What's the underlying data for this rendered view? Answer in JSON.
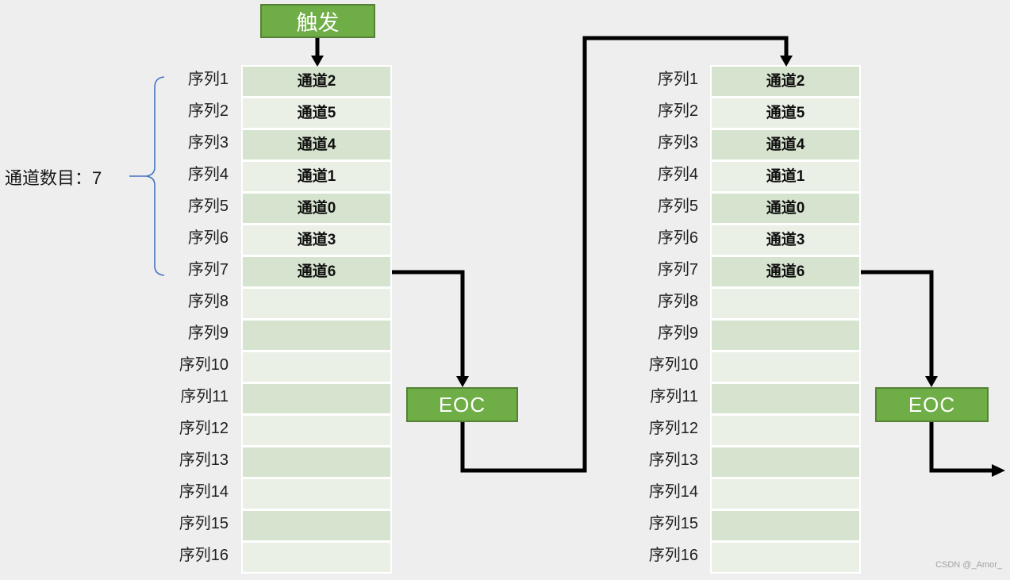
{
  "colors": {
    "page_bg": "#eeeeee",
    "box_green": "#6fae47",
    "box_green_border": "#538135",
    "row_dark": "#d6e4cf",
    "row_light": "#eaf0e5",
    "arrow_color": "#000000",
    "brace_blue": "#4472c4",
    "watermark_gray": "#a3a3a3"
  },
  "trigger": {
    "label": "触发"
  },
  "channel_count": {
    "label": "通道数目：7"
  },
  "eoc_left": {
    "label": "EOC"
  },
  "eoc_right": {
    "label": "EOC"
  },
  "sequence_rows": [
    {
      "seq": "序列1",
      "channel": "通道2"
    },
    {
      "seq": "序列2",
      "channel": "通道5"
    },
    {
      "seq": "序列3",
      "channel": "通道4"
    },
    {
      "seq": "序列4",
      "channel": "通道1"
    },
    {
      "seq": "序列5",
      "channel": "通道0"
    },
    {
      "seq": "序列6",
      "channel": "通道3"
    },
    {
      "seq": "序列7",
      "channel": "通道6"
    },
    {
      "seq": "序列8",
      "channel": ""
    },
    {
      "seq": "序列9",
      "channel": ""
    },
    {
      "seq": "序列10",
      "channel": ""
    },
    {
      "seq": "序列11",
      "channel": ""
    },
    {
      "seq": "序列12",
      "channel": ""
    },
    {
      "seq": "序列13",
      "channel": ""
    },
    {
      "seq": "序列14",
      "channel": ""
    },
    {
      "seq": "序列15",
      "channel": ""
    },
    {
      "seq": "序列16",
      "channel": ""
    }
  ],
  "watermark": {
    "text": "CSDN @_Amor_"
  }
}
